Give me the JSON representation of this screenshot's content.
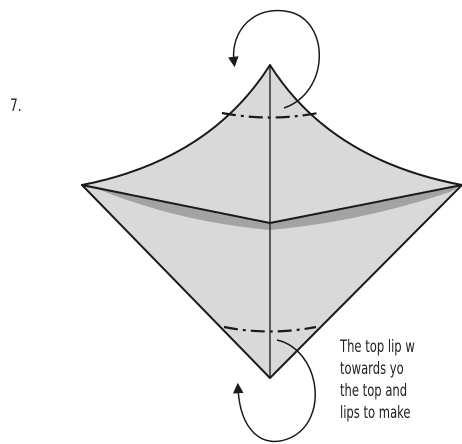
{
  "step": {
    "number": "7."
  },
  "instruction": {
    "lines": [
      "The top lip w",
      "towards yo",
      "the top and",
      "lips to make"
    ]
  },
  "colors": {
    "paper": "#d9d9d9",
    "paper_shadow": "#9b9b9b",
    "outline": "#1a1a1a",
    "text": "#222222"
  },
  "icons": {
    "top_arrow": "curved-fold-back-arrow",
    "bottom_arrow": "curved-fold-back-arrow"
  }
}
